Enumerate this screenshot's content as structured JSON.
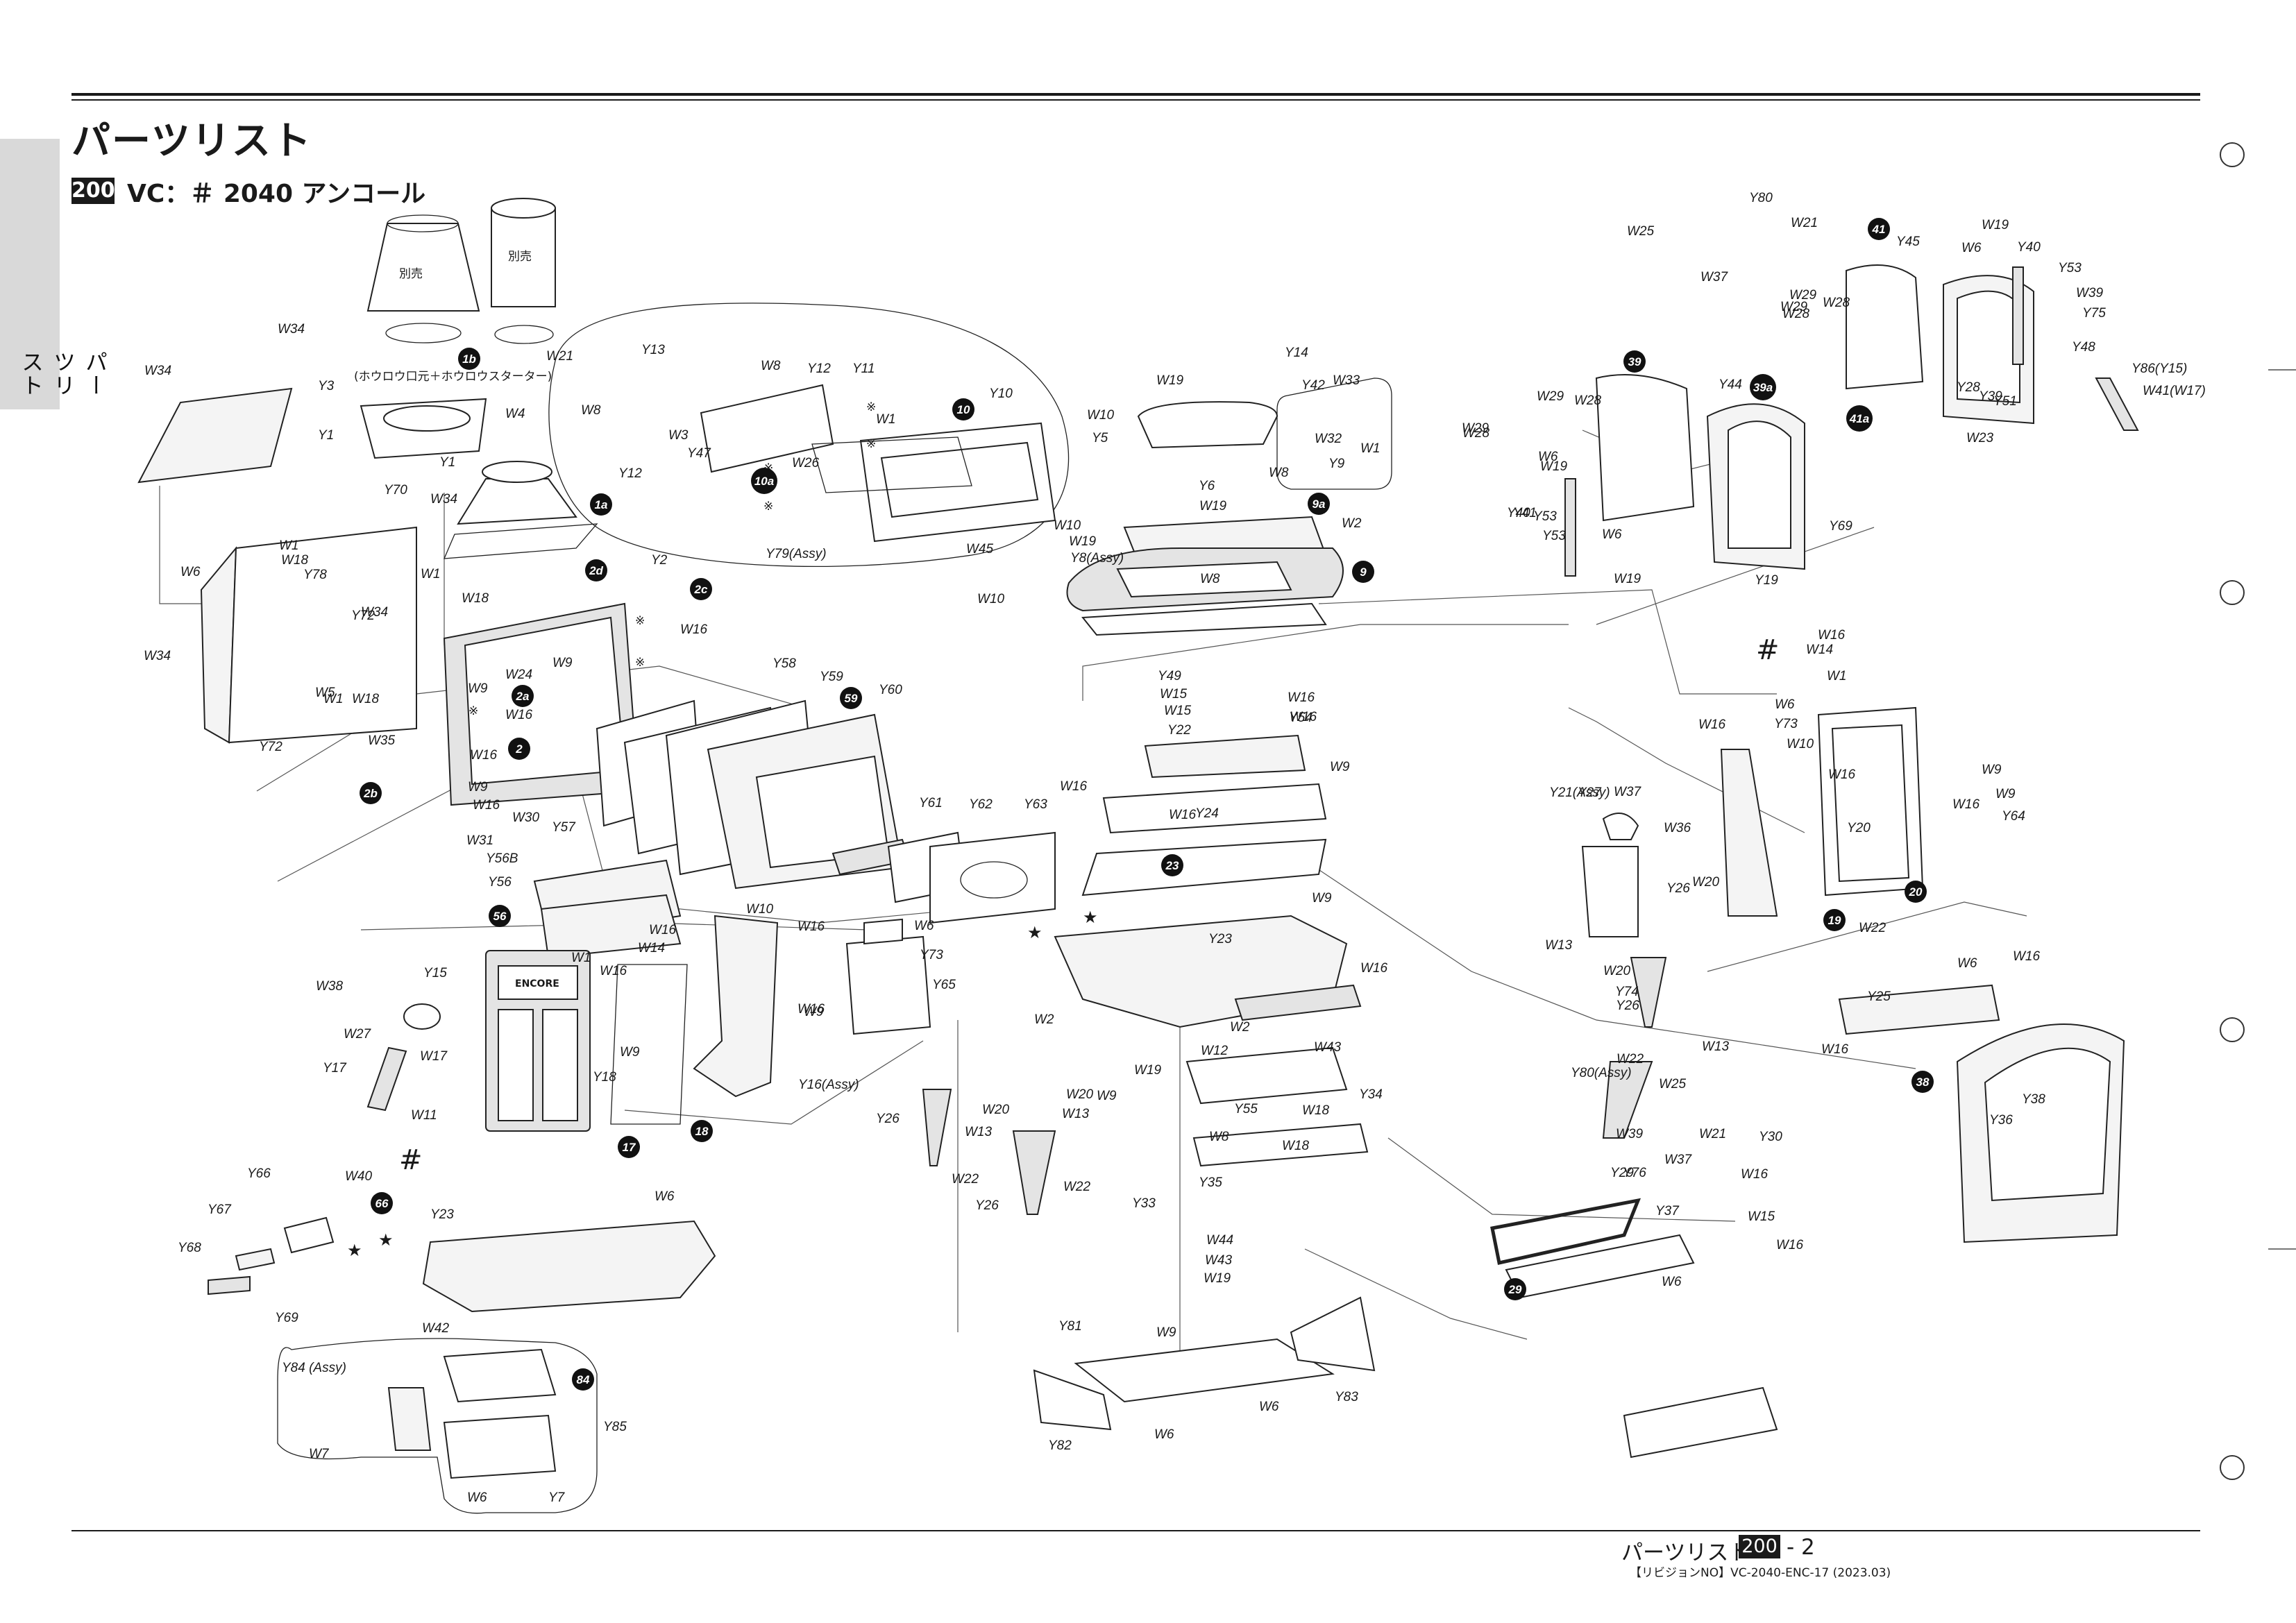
{
  "page": {
    "title": "パーツリスト",
    "side_tab": "パーツリスト",
    "section": {
      "number": "200",
      "title": "VC：＃ 2040 アンコール"
    }
  },
  "footer": {
    "text": "パーツリスト",
    "badge": "200",
    "page_suffix": "- 2",
    "revision": "【リビジョンNO】VC-2040-ENC-17 (2023.03)"
  },
  "diagram": {
    "notes": {
      "sold_separately": "別売",
      "starter": "(ホウロウ口元＋ホウロウスターター)",
      "brand_plate": "ENCORE",
      "star": "★",
      "hash": "#",
      "kome": "※"
    },
    "callouts": [
      "1a",
      "1b",
      "2",
      "2a",
      "2b",
      "2c",
      "2d",
      "9",
      "9a",
      "10",
      "10a",
      "17",
      "18",
      "19",
      "20",
      "23",
      "29",
      "38",
      "39",
      "39a",
      "41",
      "41a",
      "56",
      "59",
      "66",
      "84"
    ],
    "labels": [
      "W34",
      "Y3",
      "W34",
      "Y1",
      "W21",
      "W4",
      "Y1",
      "W34",
      "Y70",
      "W1",
      "W18",
      "Y78",
      "W6",
      "W34",
      "Y72",
      "W1",
      "W18",
      "W34",
      "Y72",
      "W5",
      "W1",
      "W18",
      "W35",
      "Y2",
      "W16",
      "W24",
      "W9",
      "W9",
      "W16",
      "W16",
      "W9",
      "W16",
      "W31",
      "W30",
      "Y57",
      "Y13",
      "W8",
      "Y12",
      "Y11",
      "W8",
      "W3",
      "W1",
      "W26",
      "Y47",
      "Y12",
      "Y10",
      "W45",
      "Y79(Assy)",
      "Y58",
      "Y59",
      "Y60",
      "Y56B",
      "Y56",
      "Y61",
      "Y62",
      "Y63",
      "W10",
      "W16",
      "W6",
      "Y73",
      "Y65",
      "W1",
      "W16",
      "W14",
      "W16",
      "W9",
      "Y18",
      "W16",
      "W9",
      "Y16(Assy)",
      "W38",
      "Y15",
      "W27",
      "W17",
      "Y17",
      "W11",
      "Y66",
      "W40",
      "Y67",
      "Y68",
      "Y69",
      "Y23",
      "W6",
      "W42",
      "Y84 (Assy)",
      "Y85",
      "W7",
      "W6",
      "Y7",
      "W19",
      "W10",
      "Y5",
      "Y6",
      "W8",
      "W19",
      "W10",
      "W19",
      "W10",
      "Y8(Assy)",
      "Y14",
      "Y42",
      "W33",
      "W32",
      "W1",
      "Y9",
      "W2",
      "W8",
      "Y49",
      "W15",
      "W15",
      "W16",
      "W16",
      "Y22",
      "Y54",
      "W9",
      "W16",
      "W16",
      "Y24",
      "W16",
      "W9",
      "Y23",
      "W2",
      "W12",
      "W2",
      "W43",
      "W19",
      "W9",
      "Y55",
      "Y34",
      "W18",
      "W8",
      "W18",
      "Y35",
      "Y26",
      "W20",
      "W13",
      "W22",
      "Y26",
      "W20",
      "W13",
      "W22",
      "Y33",
      "W44",
      "W43",
      "W19",
      "W9",
      "Y81",
      "Y82",
      "W6",
      "W6",
      "Y83",
      "Y80",
      "W21",
      "W25",
      "W37",
      "W19",
      "W6",
      "Y40",
      "Y53",
      "W39",
      "Y75",
      "Y48",
      "Y86(Y15)",
      "W41(W17)",
      "Y45",
      "W29",
      "W28",
      "W29",
      "W28",
      "Y44",
      "W29",
      "W28",
      "W29",
      "W28",
      "W6",
      "W19",
      "Y40",
      "Y53",
      "Y53",
      "W6",
      "W19",
      "Y41",
      "Y39",
      "Y28",
      "Y51",
      "W23",
      "Y69",
      "Y19",
      "W16",
      "W14",
      "W1",
      "W16",
      "W6",
      "Y73",
      "W10",
      "W16",
      "Y21(Assy)",
      "Y27",
      "W37",
      "W36",
      "W9",
      "W9",
      "W16",
      "Y64",
      "Y20",
      "Y26",
      "W20",
      "W13",
      "W22",
      "W20",
      "Y74",
      "Y26",
      "W13",
      "W22",
      "Y80(Assy)",
      "W25",
      "W39",
      "W21",
      "W37",
      "Y76",
      "Y30",
      "Y29",
      "W16",
      "Y37",
      "W15",
      "W16",
      "W6",
      "W6",
      "W16",
      "Y25",
      "W16",
      "Y38",
      "Y36"
    ]
  }
}
